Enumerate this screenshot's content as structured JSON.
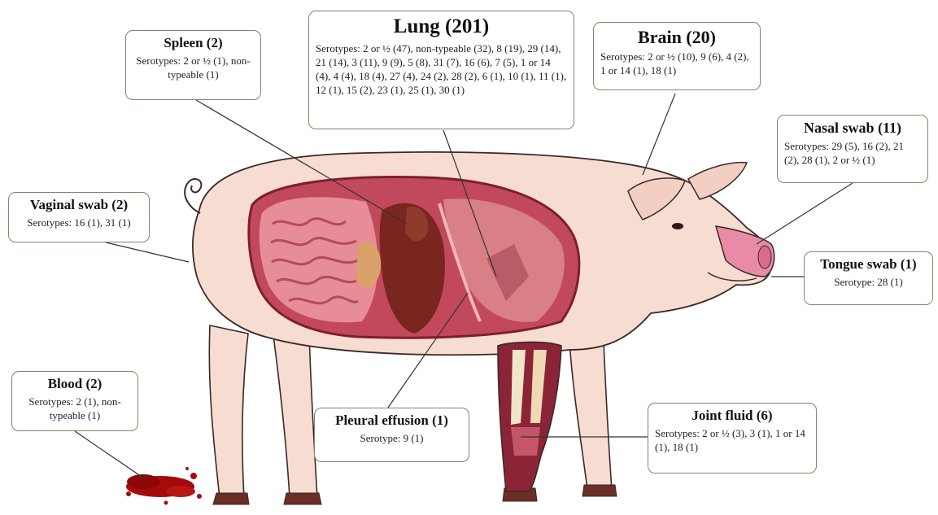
{
  "colors": {
    "box_border": "#7a8a66",
    "pig_skin": "#f7dcd1",
    "pig_outline": "#3a2a28",
    "tissue": "#c2495c",
    "blood": "#a40c0c",
    "leader_line": "#333333"
  },
  "samples": [
    {
      "title": "Lung (201)",
      "serotypes": "Serotypes: 2 or ½ (47), non-typeable (32), 8 (19), 29 (14), 21 (14), 3 (11), 9 (9), 5 (8), 31 (7), 16 (6), 7 (5), 1 or 14 (4), 4 (4), 18 (4), 27 (4), 24 (2), 28 (2), 6 (1), 10 (1), 11 (1), 12 (1), 15 (2), 23 (1), 25 (1), 30 (1)"
    },
    {
      "title": "Spleen (2)",
      "serotypes": "Serotypes: 2 or ½ (1), non-typeable (1)"
    },
    {
      "title": "Brain (20)",
      "serotypes": "Serotypes: 2 or ½ (10), 9 (6), 4 (2), 1 or 14 (1), 18 (1)"
    },
    {
      "title": "Nasal swab (11)",
      "serotypes": "Serotypes: 29 (5), 16 (2), 21 (2), 28 (1), 2 or ½ (1)"
    },
    {
      "title": "Vaginal swab (2)",
      "serotypes": "Serotypes: 16 (1), 31 (1)"
    },
    {
      "title": "Tongue swab (1)",
      "serotypes": "Serotype: 28 (1)"
    },
    {
      "title": "Blood (2)",
      "serotypes": "Serotypes: 2 (1), non-typeable (1)"
    },
    {
      "title": "Pleural effusion (1)",
      "serotypes": "Serotype: 9 (1)"
    },
    {
      "title": "Joint fluid (6)",
      "serotypes": "Serotypes: 2 or ½ (3), 3 (1), 1 or 14 (1), 18 (1)"
    }
  ]
}
